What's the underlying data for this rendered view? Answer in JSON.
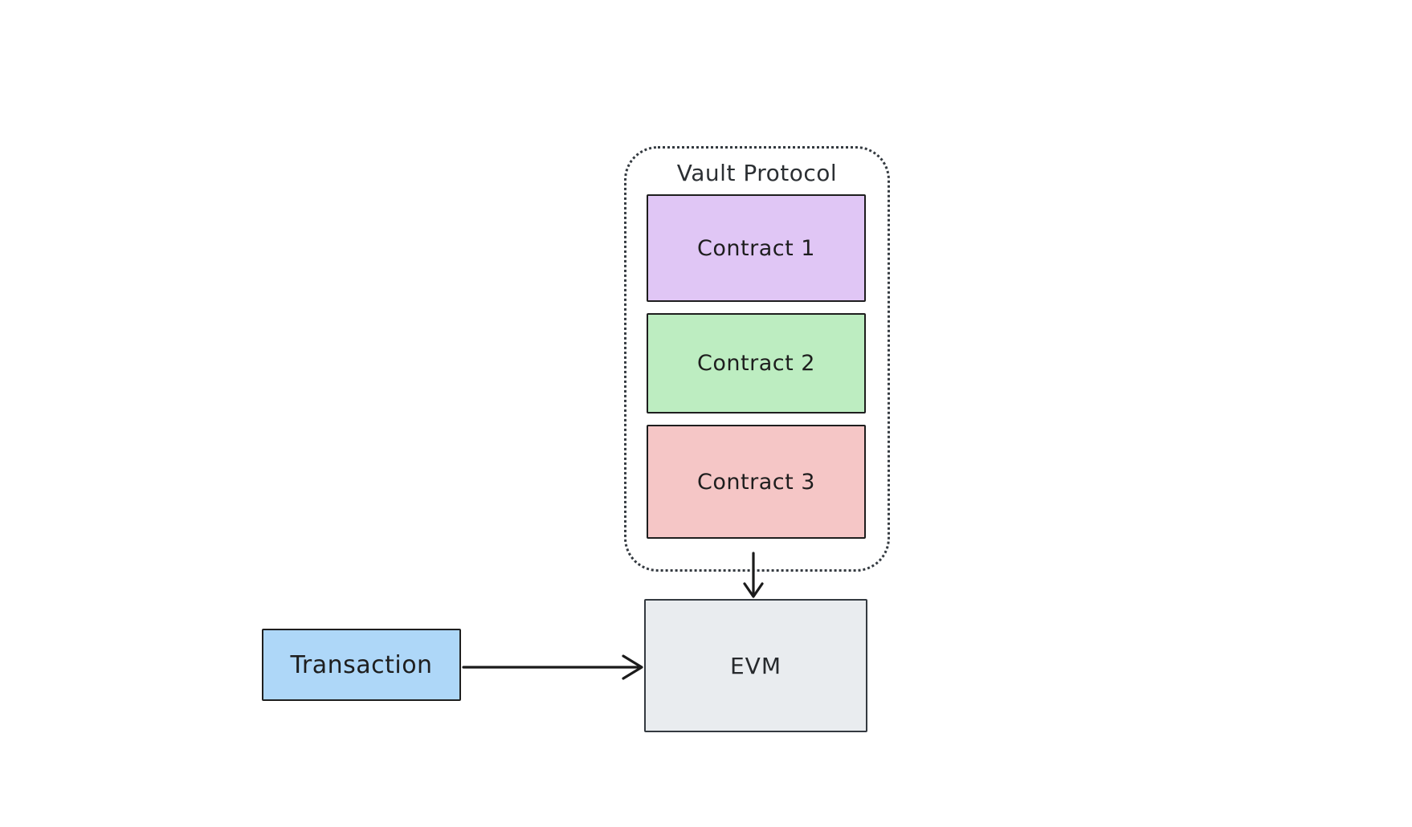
{
  "diagram": {
    "background": "#ffffff",
    "text_color": "#1e1e1e"
  },
  "vault_group": {
    "label": "Vault Protocol",
    "border_color": "#343a40",
    "contracts": [
      {
        "label": "Contract 1",
        "fill": "#e0c6f5",
        "stroke": "#1e1e1e"
      },
      {
        "label": "Contract 2",
        "fill": "#bdedc1",
        "stroke": "#1e1e1e"
      },
      {
        "label": "Contract 3",
        "fill": "#f5c6c6",
        "stroke": "#1e1e1e"
      }
    ]
  },
  "evm_node": {
    "label": "EVM",
    "fill": "#e9ecef",
    "stroke": "#343a40"
  },
  "transaction_node": {
    "label": "Transaction",
    "fill": "#aed7f8",
    "stroke": "#1e1e1e"
  },
  "arrows": {
    "color": "#1b1b1b",
    "connections": [
      {
        "from": "Vault Protocol",
        "to": "EVM"
      },
      {
        "from": "Transaction",
        "to": "EVM"
      }
    ]
  }
}
